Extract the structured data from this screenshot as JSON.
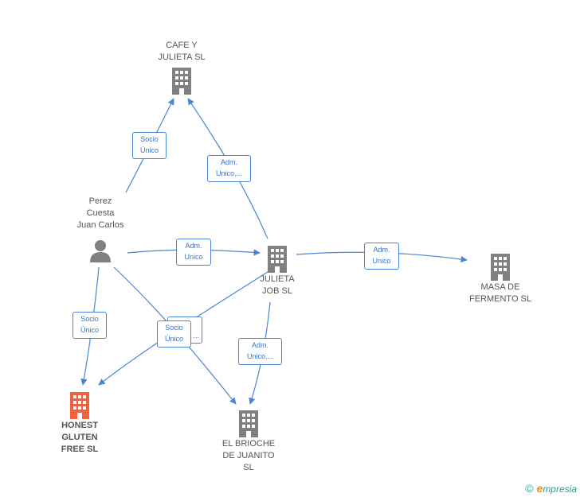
{
  "nodes": {
    "cafe": {
      "label": "CAFE Y\nJULIETA  SL"
    },
    "perez": {
      "label": "Perez\nCuesta\nJuan Carlos"
    },
    "julieta_job": {
      "label": "JULIETA\nJOB  SL"
    },
    "masa": {
      "label": "MASA DE\nFERMENTO  SL"
    },
    "honest": {
      "label": "HONEST\nGLUTEN\nFREE  SL"
    },
    "brioche": {
      "label": "EL BRIOCHE\nDE JUANITO\nSL"
    }
  },
  "edge_labels": {
    "perez_cafe": "Socio\nÚnico",
    "job_cafe": "Adm.\nUnico,...",
    "perez_job": "Adm.\nUnico",
    "job_masa": "Adm.\nUnico",
    "perez_honest": "Socio\nÚnico",
    "hidden_behind": "...",
    "perez_brioche": "Socio\nÚnico",
    "job_brioche": "Adm.\nUnico,..."
  },
  "colors": {
    "edge": "#4a86d4",
    "company_icon": "#808080",
    "highlight_icon": "#f2623c",
    "person_icon": "#808080"
  },
  "footer": {
    "copyright": "©",
    "brand_first": "e",
    "brand_rest": "mpresia"
  }
}
